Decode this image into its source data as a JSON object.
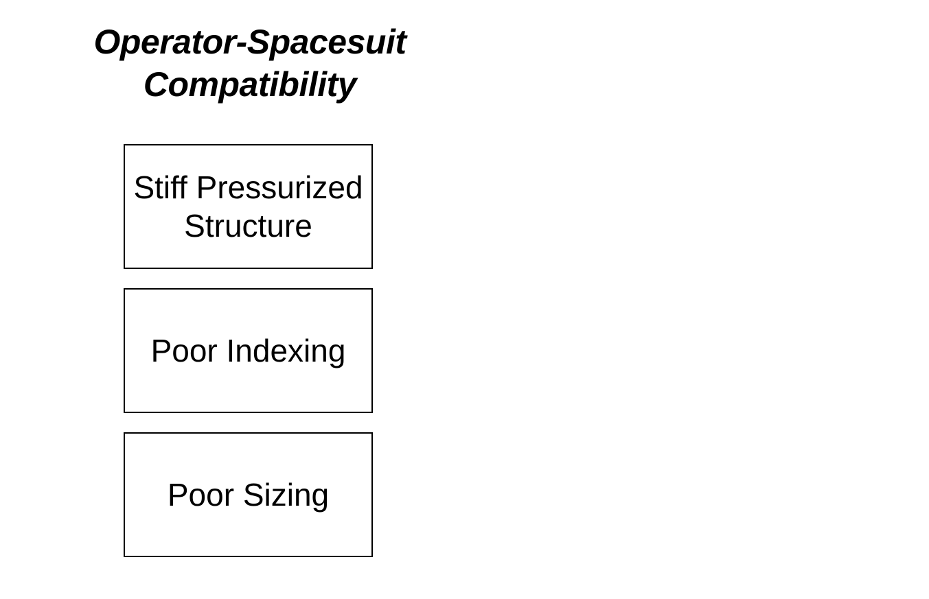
{
  "title": "Operator-Spacesuit\nCompatibility",
  "factors": [
    {
      "label": "Stiff Pressurized\nStructure"
    },
    {
      "label": "Poor Indexing"
    },
    {
      "label": "Poor Sizing"
    }
  ],
  "colors": {
    "stroke": "#000000",
    "fill": "#ffffff",
    "text": "#000000"
  }
}
